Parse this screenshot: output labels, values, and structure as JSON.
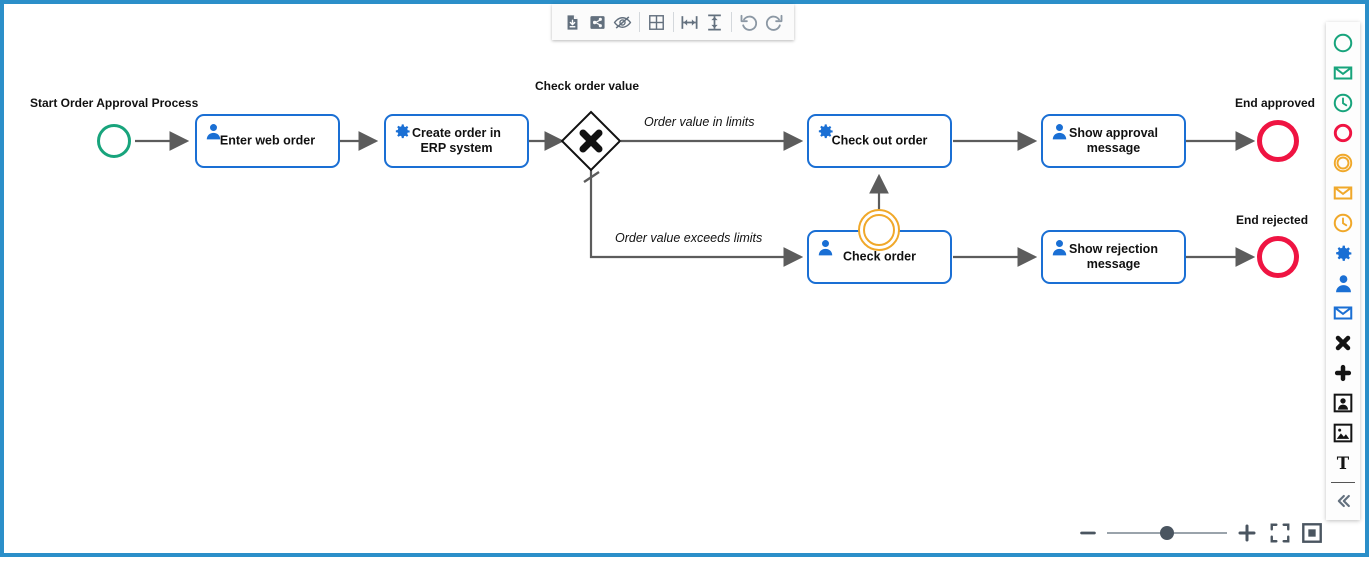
{
  "app": {
    "canvas_border_color": "#2b8fc9"
  },
  "toolbar": {
    "items": [
      {
        "name": "export-file-icon",
        "label": "Export file"
      },
      {
        "name": "share-icon",
        "label": "Share"
      },
      {
        "name": "hide-eye-icon",
        "label": "Toggle visibility"
      },
      {
        "name": "grid-icon",
        "label": "Toggle grid"
      },
      {
        "name": "distribute-horizontal-icon",
        "label": "Distribute horizontally"
      },
      {
        "name": "distribute-vertical-icon",
        "label": "Distribute vertically"
      },
      {
        "name": "undo-icon",
        "label": "Undo"
      },
      {
        "name": "redo-icon",
        "label": "Redo"
      }
    ]
  },
  "palette": {
    "items": [
      {
        "name": "start-event-icon",
        "label": "Start event",
        "color": "#18a47c"
      },
      {
        "name": "start-message-event-icon",
        "label": "Start message event",
        "color": "#18a47c"
      },
      {
        "name": "start-timer-event-icon",
        "label": "Start timer event",
        "color": "#18a47c"
      },
      {
        "name": "end-event-icon",
        "label": "End event",
        "color": "#ef1442"
      },
      {
        "name": "intermediate-event-icon",
        "label": "Intermediate event",
        "color": "#f0a82a"
      },
      {
        "name": "intermediate-message-event-icon",
        "label": "Intermediate message event",
        "color": "#f0a82a"
      },
      {
        "name": "intermediate-timer-event-icon",
        "label": "Intermediate timer event",
        "color": "#f0a82a"
      },
      {
        "name": "service-task-icon",
        "label": "Service task",
        "color": "#1a6fd4"
      },
      {
        "name": "user-task-icon",
        "label": "User task",
        "color": "#1a6fd4"
      },
      {
        "name": "send-task-icon",
        "label": "Send task",
        "color": "#1a6fd4"
      },
      {
        "name": "exclusive-gateway-icon",
        "label": "Exclusive gateway",
        "color": "#1a1a1a"
      },
      {
        "name": "parallel-gateway-icon",
        "label": "Parallel gateway",
        "color": "#1a1a1a"
      },
      {
        "name": "pool-icon",
        "label": "Pool / lane",
        "color": "#1a1a1a"
      },
      {
        "name": "image-icon",
        "label": "Image",
        "color": "#1a1a1a"
      },
      {
        "name": "text-annotation-icon",
        "label": "Text annotation",
        "color": "#1a1a1a"
      },
      {
        "name": "collapse-palette-icon",
        "label": "Collapse palette",
        "color": "#63707e"
      }
    ]
  },
  "zoom_controls": {
    "zoom_out_label": "−",
    "zoom_in_label": "+",
    "slider_value_percent": 50,
    "fit_label": "Fit to screen",
    "actual_size_label": "Actual size"
  },
  "diagram": {
    "type": "bpmn-process",
    "title": "Order Approval Process",
    "nodes": [
      {
        "id": "start",
        "kind": "start-event",
        "label": "Start Order Approval Process"
      },
      {
        "id": "enter_web_order",
        "kind": "user-task",
        "label": "Enter web order"
      },
      {
        "id": "create_order_erp",
        "kind": "service-task",
        "label": "Create order in ERP system"
      },
      {
        "id": "check_order_value",
        "kind": "exclusive-gateway",
        "label": "Check order value"
      },
      {
        "id": "check_out_order",
        "kind": "service-task",
        "label": "Check out order"
      },
      {
        "id": "check_order",
        "kind": "user-task",
        "label": "Check order"
      },
      {
        "id": "boundary_event",
        "kind": "boundary-event",
        "label": ""
      },
      {
        "id": "show_approval_message",
        "kind": "user-task",
        "label": "Show approval message"
      },
      {
        "id": "show_rejection_message",
        "kind": "user-task",
        "label": "Show rejection message"
      },
      {
        "id": "end_approved",
        "kind": "end-event",
        "label": "End approved"
      },
      {
        "id": "end_rejected",
        "kind": "end-event",
        "label": "End rejected"
      }
    ],
    "edges": [
      {
        "from": "start",
        "to": "enter_web_order",
        "label": ""
      },
      {
        "from": "enter_web_order",
        "to": "create_order_erp",
        "label": ""
      },
      {
        "from": "create_order_erp",
        "to": "check_order_value",
        "label": ""
      },
      {
        "from": "check_order_value",
        "to": "check_out_order",
        "label": "Order value in limits"
      },
      {
        "from": "check_order_value",
        "to": "check_order",
        "label": "Order value exceeds limits",
        "default": true
      },
      {
        "from": "boundary_event",
        "to": "check_out_order",
        "label": ""
      },
      {
        "from": "check_out_order",
        "to": "show_approval_message",
        "label": ""
      },
      {
        "from": "check_order",
        "to": "show_rejection_message",
        "label": ""
      },
      {
        "from": "show_approval_message",
        "to": "end_approved",
        "label": ""
      },
      {
        "from": "show_rejection_message",
        "to": "end_rejected",
        "label": ""
      }
    ],
    "labels": {
      "start": "Start Order Approval Process",
      "enter_web_order": "Enter web order",
      "create_order_erp_line1": "Create order in",
      "create_order_erp_line2": "ERP system",
      "check_order_value": "Check order value",
      "check_out_order": "Check out order",
      "check_order": "Check order",
      "show_approval_line1": "Show approval",
      "show_approval_line2": "message",
      "show_rejection_line1": "Show rejection",
      "show_rejection_line2": "message",
      "end_approved": "End approved",
      "end_rejected": "End rejected",
      "edge_in_limits": "Order value in limits",
      "edge_exceeds_limits": "Order value exceeds limits"
    }
  }
}
